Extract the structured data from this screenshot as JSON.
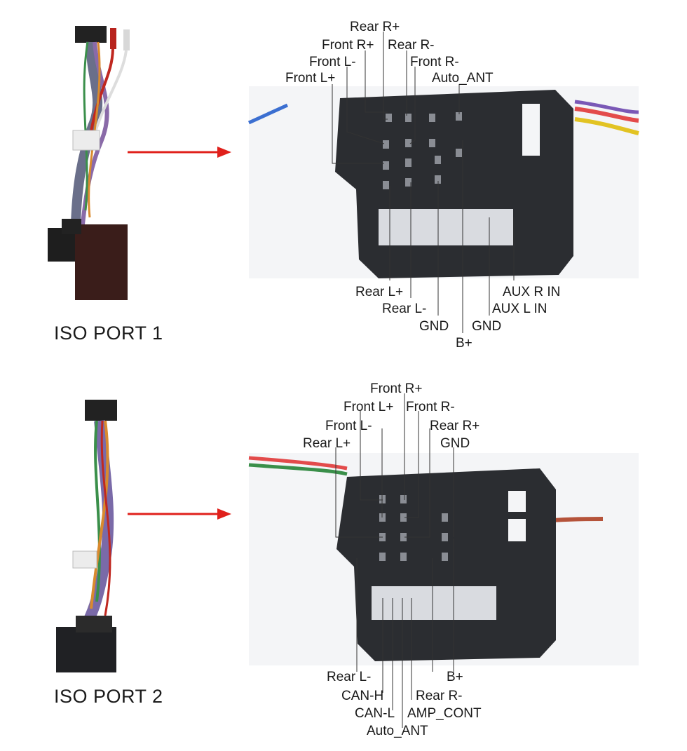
{
  "port1": {
    "title": "ISO PORT 1",
    "top_labels": [
      "Rear R+",
      "Front R+",
      "Rear R-",
      "Front L-",
      "Front R-",
      "Front L+",
      "Auto_ANT"
    ],
    "bottom_labels": [
      "Rear L+",
      "AUX R IN",
      "Rear L-",
      "AUX L IN",
      "GND",
      "GND",
      "B+"
    ]
  },
  "port2": {
    "title": "ISO PORT 2",
    "top_labels": [
      "Front R+",
      "Front L+",
      "Front R-",
      "Front L-",
      "Rear R+",
      "Rear L+",
      "GND"
    ],
    "bottom_labels": [
      "Rear L-",
      "B+",
      "CAN-H",
      "Rear R-",
      "CAN-L",
      "AMP_CONT",
      "Auto_ANT"
    ]
  },
  "colors": {
    "arrow": "#e0201b",
    "connector": "#2b2d31",
    "background_photo": "#f4f5f7"
  },
  "icons": [
    "cable-harness-icon",
    "iso-connector-icon",
    "arrow-right-icon"
  ]
}
